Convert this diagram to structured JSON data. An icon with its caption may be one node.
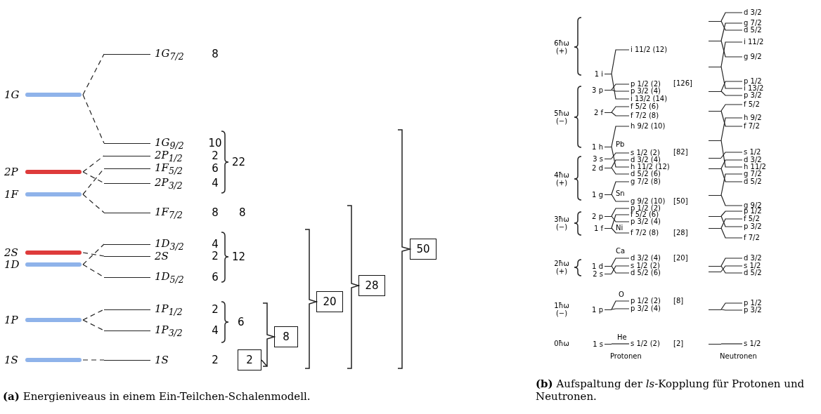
{
  "diagram": {
    "nodes": [
      {
        "text": [
          "1G"
        ]
      },
      {
        "text": [
          "2P"
        ]
      },
      {
        "text": [
          "1F"
        ]
      },
      {
        "text": [
          "2S"
        ]
      },
      {
        "text": [
          "1D"
        ]
      },
      {
        "text": [
          "1P"
        ]
      },
      {
        "text": [
          "1S"
        ]
      },
      {
        "text": [
          "1G$_{7/2}$"
        ],
        "beside": [
          "8"
        ]
      },
      {
        "text": [
          "1G$_{9/2}$"
        ],
        "beside": [
          "10"
        ]
      },
      {
        "text": [
          "2P$_{1/2}$"
        ],
        "beside": [
          "2"
        ]
      },
      {
        "text": [
          "1F$_{5/2}$"
        ],
        "beside": [
          "6"
        ]
      },
      {
        "text": [
          "2P$_{3/2}$"
        ],
        "beside": [
          "4"
        ]
      },
      {
        "text": [
          "1F$_{7/2}$"
        ],
        "beside": [
          "8"
        ]
      },
      {
        "text": [
          "1D$_{3/2}$"
        ],
        "beside": [
          "4"
        ]
      },
      {
        "text": [
          "2S"
        ],
        "beside": [
          "2"
        ]
      },
      {
        "text": [
          "1D$_{5/2}$"
        ],
        "beside": [
          "6"
        ]
      },
      {
        "text": [
          "1P$_{1/2}$"
        ],
        "beside": [
          "2"
        ]
      },
      {
        "text": [
          "1P$_{3/2}$"
        ],
        "beside": [
          "4"
        ]
      },
      {
        "text": [
          "1S"
        ],
        "beside": [
          "2"
        ]
      },
      {
        "text": [
          "2"
        ]
      },
      {
        "text": [
          "8"
        ]
      },
      {
        "text": [
          "20"
        ]
      },
      {
        "text": [
          "28"
        ]
      },
      {
        "text": [
          "50"
        ]
      },
      {
        "text": [
          "1 i"
        ]
      },
      {
        "text": [
          "3 p"
        ]
      },
      {
        "text": [
          "2 f"
        ]
      },
      {
        "text": [
          "1 h"
        ]
      },
      {
        "text": [
          "3 s"
        ]
      },
      {
        "text": [
          "2 d"
        ]
      },
      {
        "text": [
          "1 g"
        ]
      },
      {
        "text": [
          "2 p"
        ]
      },
      {
        "text": [
          "1 f"
        ]
      },
      {
        "text": [
          "1 d"
        ]
      },
      {
        "text": [
          "2 s"
        ]
      },
      {
        "text": [
          "1 p"
        ]
      },
      {
        "text": [
          "1 s"
        ]
      },
      {
        "text": [
          "i 11/2 (12)"
        ]
      },
      {
        "text": [
          "p 1/2 (2)"
        ]
      },
      {
        "text": [
          "p 3/2 (4)"
        ]
      },
      {
        "text": [
          "i 13/2 (14)"
        ]
      },
      {
        "text": [
          "f 5/2 (6)"
        ]
      },
      {
        "text": [
          "f 7/2 (8)"
        ]
      },
      {
        "text": [
          "h 9/2 (10)"
        ]
      },
      {
        "text": [
          "s 1/2 (2)"
        ]
      },
      {
        "text": [
          "d 3/2 (4)"
        ]
      },
      {
        "text": [
          "h 11/2 (12)"
        ]
      },
      {
        "text": [
          "d 5/2 (6)"
        ]
      },
      {
        "text": [
          "g 7/2 (8)"
        ]
      },
      {
        "text": [
          "g 9/2 (10)"
        ]
      },
      {
        "text": [
          "p 1/2 (2)"
        ]
      },
      {
        "text": [
          "f 5/2 (6)"
        ]
      },
      {
        "text": [
          "p 3/2 (4)"
        ]
      },
      {
        "text": [
          "f 7/2 (8)"
        ]
      },
      {
        "text": [
          "d 3/2 (4)"
        ]
      },
      {
        "text": [
          "s 1/2 (2)"
        ]
      },
      {
        "text": [
          "d 5/2 (6)"
        ]
      },
      {
        "text": [
          "p 1/2 (2)"
        ]
      },
      {
        "text": [
          "p 3/2 (4)"
        ]
      },
      {
        "text": [
          "s 1/2 (2)"
        ]
      },
      {
        "text": [],
        "shape": "bar"
      },
      {
        "text": [],
        "shape": "bar"
      },
      {
        "text": [],
        "shape": "bar"
      },
      {
        "text": [],
        "shape": "bar"
      },
      {
        "text": [],
        "shape": "bar"
      },
      {
        "text": [],
        "shape": "bar"
      },
      {
        "text": [],
        "shape": "bar"
      },
      {
        "text": [],
        "shape": "bar"
      },
      {
        "text": [],
        "shape": "bar"
      },
      {
        "text": [],
        "shape": "bar"
      },
      {
        "text": [],
        "shape": "bar"
      },
      {
        "text": [],
        "shape": "bar"
      },
      {
        "text": [],
        "shape": "bar"
      },
      {
        "text": [],
        "shape": "bar"
      },
      {
        "text": [],
        "shape": "bar"
      },
      {
        "text": [
          "d 3/2"
        ]
      },
      {
        "text": [
          "g 7/2"
        ]
      },
      {
        "text": [
          "d 5/2"
        ]
      },
      {
        "text": [
          "i 11/2"
        ]
      },
      {
        "text": [
          "g 9/2"
        ]
      },
      {
        "text": [
          "p 1/2"
        ]
      },
      {
        "text": [
          "i 13/2"
        ]
      },
      {
        "text": [
          "p 3/2"
        ]
      },
      {
        "text": [
          "f 5/2"
        ]
      },
      {
        "text": [
          "h 9/2"
        ]
      },
      {
        "text": [
          "f 7/2"
        ]
      },
      {
        "text": [
          "s 1/2"
        ]
      },
      {
        "text": [
          "d 3/2"
        ]
      },
      {
        "text": [
          "h 11/2"
        ]
      },
      {
        "text": [
          "g 7/2"
        ]
      },
      {
        "text": [
          "d 5/2"
        ]
      },
      {
        "text": [
          "g 9/2"
        ]
      },
      {
        "text": [
          "p 1/2"
        ]
      },
      {
        "text": [
          "f 5/2"
        ]
      },
      {
        "text": [
          "p 3/2"
        ]
      },
      {
        "text": [
          "f 7/2"
        ]
      },
      {
        "text": [
          "d 3/2"
        ]
      },
      {
        "text": [
          "s 1/2"
        ]
      },
      {
        "text": [
          "d 5/2"
        ]
      },
      {
        "text": [
          "p 1/2"
        ]
      },
      {
        "text": [
          "p 3/2"
        ]
      },
      {
        "text": [
          "s 1/2"
        ]
      }
    ],
    "edges": [
      {
        "from": 0,
        "to": 7,
        "arrow": "none",
        "style": "dashed"
      },
      {
        "from": 0,
        "to": 8,
        "arrow": "none",
        "style": "dashed"
      },
      {
        "from": 1,
        "to": 9,
        "arrow": "none",
        "style": "dashed"
      },
      {
        "from": 1,
        "to": 11,
        "arrow": "none",
        "style": "dashed"
      },
      {
        "from": 2,
        "to": 10,
        "arrow": "none",
        "style": "dashed"
      },
      {
        "from": 2,
        "to": 12,
        "arrow": "none",
        "style": "dashed"
      },
      {
        "from": 3,
        "to": 14,
        "arrow": "none",
        "style": "dashed"
      },
      {
        "from": 4,
        "to": 13,
        "arrow": "none",
        "style": "dashed"
      },
      {
        "from": 4,
        "to": 15,
        "arrow": "none",
        "style": "dashed"
      },
      {
        "from": 5,
        "to": 16,
        "arrow": "none",
        "style": "dashed"
      },
      {
        "from": 5,
        "to": 17,
        "arrow": "none",
        "style": "dashed"
      },
      {
        "from": 6,
        "to": 18,
        "arrow": "none",
        "style": "dashed"
      },
      {
        "from": 24,
        "to": 37,
        "arrow": "none"
      },
      {
        "from": 24,
        "to": 40,
        "arrow": "none"
      },
      {
        "from": 25,
        "to": 38,
        "arrow": "none"
      },
      {
        "from": 25,
        "to": 39,
        "arrow": "none"
      },
      {
        "from": 26,
        "to": 41,
        "arrow": "none"
      },
      {
        "from": 26,
        "to": 42,
        "arrow": "none"
      },
      {
        "from": 27,
        "to": 43,
        "arrow": "none"
      },
      {
        "from": 27,
        "to": 46,
        "arrow": "none"
      },
      {
        "from": 28,
        "to": 44,
        "arrow": "none"
      },
      {
        "from": 29,
        "to": 45,
        "arrow": "none"
      },
      {
        "from": 29,
        "to": 47,
        "arrow": "none"
      },
      {
        "from": 30,
        "to": 48,
        "arrow": "none"
      },
      {
        "from": 30,
        "to": 49,
        "arrow": "none"
      },
      {
        "from": 31,
        "to": 50,
        "arrow": "none"
      },
      {
        "from": 31,
        "to": 52,
        "arrow": "none"
      },
      {
        "from": 32,
        "to": 51,
        "arrow": "none"
      },
      {
        "from": 32,
        "to": 53,
        "arrow": "none"
      },
      {
        "from": 33,
        "to": 54,
        "arrow": "none"
      },
      {
        "from": 33,
        "to": 56,
        "arrow": "none"
      },
      {
        "from": 34,
        "to": 55,
        "arrow": "none"
      },
      {
        "from": 35,
        "to": 57,
        "arrow": "none"
      },
      {
        "from": 35,
        "to": 58,
        "arrow": "none"
      },
      {
        "from": 36,
        "to": 59,
        "arrow": "none"
      },
      {
        "from": 60,
        "to": 75,
        "arrow": "none"
      },
      {
        "from": 60,
        "to": 77,
        "arrow": "none"
      },
      {
        "from": 61,
        "to": 76,
        "arrow": "none"
      },
      {
        "from": 61,
        "to": 79,
        "arrow": "none"
      },
      {
        "from": 62,
        "to": 78,
        "arrow": "none"
      },
      {
        "from": 62,
        "to": 81,
        "arrow": "none"
      },
      {
        "from": 63,
        "to": 80,
        "arrow": "none"
      },
      {
        "from": 63,
        "to": 82,
        "arrow": "none"
      },
      {
        "from": 64,
        "to": 83,
        "arrow": "none"
      },
      {
        "from": 64,
        "to": 85,
        "arrow": "none"
      },
      {
        "from": 65,
        "to": 84,
        "arrow": "none"
      },
      {
        "from": 65,
        "to": 88,
        "arrow": "none"
      },
      {
        "from": 66,
        "to": 86,
        "arrow": "none"
      },
      {
        "from": 67,
        "to": 87,
        "arrow": "none"
      },
      {
        "from": 67,
        "to": 90,
        "arrow": "none"
      },
      {
        "from": 68,
        "to": 89,
        "arrow": "none"
      },
      {
        "from": 68,
        "to": 91,
        "arrow": "none"
      },
      {
        "from": 69,
        "to": 92,
        "arrow": "none"
      },
      {
        "from": 69,
        "to": 94,
        "arrow": "none"
      },
      {
        "from": 70,
        "to": 93,
        "arrow": "none"
      },
      {
        "from": 70,
        "to": 95,
        "arrow": "none"
      },
      {
        "from": 71,
        "to": 96,
        "arrow": "none"
      },
      {
        "from": 71,
        "to": 98,
        "arrow": "none"
      },
      {
        "from": 72,
        "to": 97,
        "arrow": "none"
      },
      {
        "from": 73,
        "to": 99,
        "arrow": "none"
      },
      {
        "from": 73,
        "to": 100,
        "arrow": "none"
      },
      {
        "from": 74,
        "to": 101,
        "arrow": "none"
      }
    ],
    "labels": [
      "22",
      "8",
      "12",
      "6",
      "6ħω (+)",
      "5ħω (−)",
      "4ħω (+)",
      "3ħω (−)",
      "2ħω (+)",
      "1ħω (−)",
      "0ħω",
      "[126]",
      "Pb",
      "[82]",
      "Sn",
      "[50]",
      "Ni",
      "[28]",
      "Ca",
      "[20]",
      "O",
      "[8]",
      "He",
      "[2]",
      "Protonen",
      "Neutronen",
      "**(a)** Energieniveaus in einem Ein-Teilchen-Schalenmodell.",
      "**(b)** Aufspaltung der *ls*-Kopplung für Protonen und Neutronen."
    ]
  }
}
